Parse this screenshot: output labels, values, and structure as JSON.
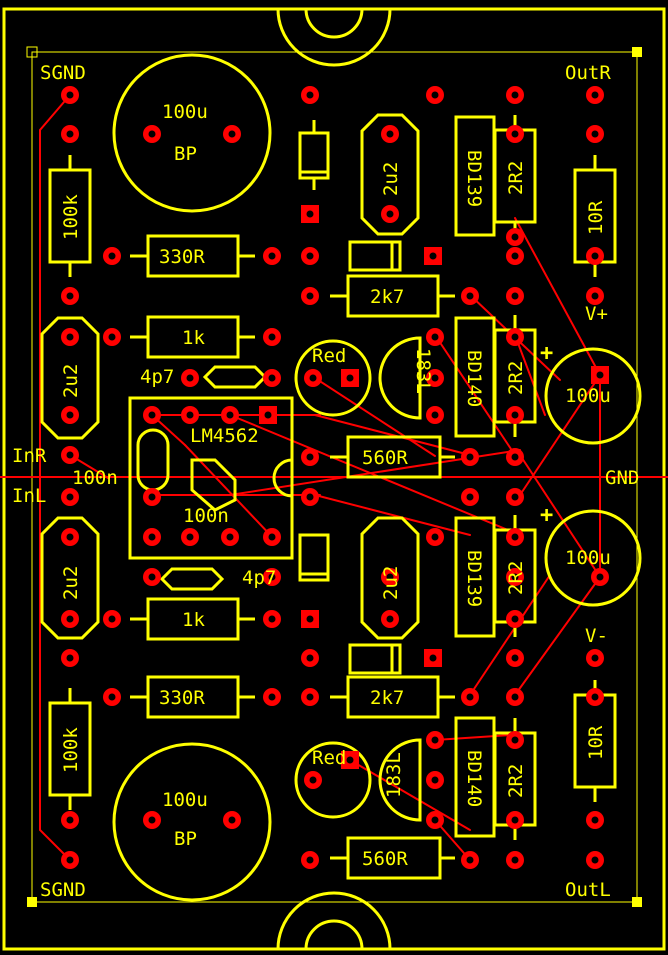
{
  "colors": {
    "background": "#000000",
    "silkscreen": "#FFFF00",
    "copper": "#FF0000",
    "pad_hole": "#000000"
  },
  "labels": {
    "sgnd_top": "SGND",
    "sgnd_bottom": "SGND",
    "out_r": "OutR",
    "out_l": "OutL",
    "in_r": "InR",
    "in_l": "InL",
    "gnd": "GND",
    "v_plus": "V+",
    "v_minus": "V-",
    "plus_top": "+",
    "plus_bottom": "+"
  },
  "components": {
    "bp_cap_top_value": "100u",
    "bp_cap_top_type": "BP",
    "bp_cap_bottom_value": "100u",
    "bp_cap_bottom_type": "BP",
    "r_100k_top": "100k",
    "r_100k_bottom": "100k",
    "r_330_top": "330R",
    "r_330_bottom": "330R",
    "r_1k_top": "1k",
    "r_1k_bottom": "1k",
    "c_2u2_left_top": "2u2",
    "c_2u2_left_bottom": "2u2",
    "c_2u2_mid_top": "2u2",
    "c_2u2_mid_bottom": "2u2",
    "c_4p7_top": "4p7",
    "c_4p7_bottom": "4p7",
    "ic_name": "LM4562",
    "c_100n_left": "100n",
    "c_100n_inside": "100n",
    "r_2k7_top": "2k7",
    "r_2k7_bottom": "2k7",
    "led_top": "Red",
    "led_bottom": "Red",
    "q_183l_top": "183L",
    "q_183l_bottom": "183L",
    "r_560_top": "560R",
    "r_560_bottom": "560R",
    "q_bd139_top": "BD139",
    "q_bd140_top": "BD140",
    "q_bd139_bottom": "BD139",
    "q_bd140_bottom": "BD140",
    "r_2r2_1": "2R2",
    "r_2r2_2": "2R2",
    "r_2r2_3": "2R2",
    "r_2r2_4": "2R2",
    "r_10r_top": "10R",
    "r_10r_bottom": "10R",
    "c_100u_top": "100u",
    "c_100u_bottom": "100u"
  }
}
